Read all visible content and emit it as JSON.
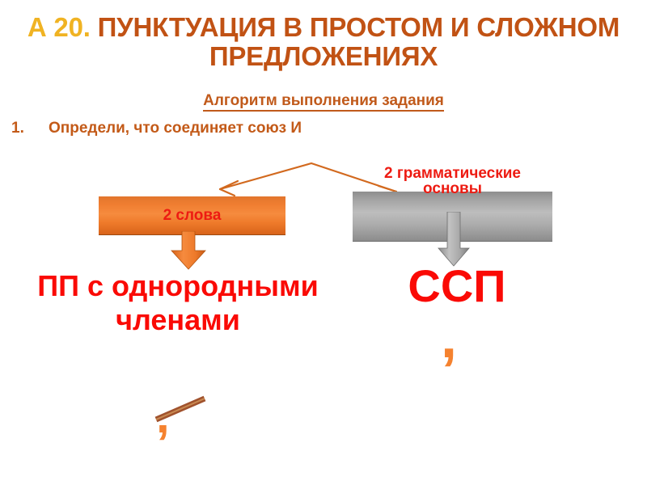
{
  "slide": {
    "background_color": "#FFFFFF",
    "title": {
      "code": "А 20.",
      "code_color": "#F0B323",
      "rest": "ПУНКТУАЦИЯ В ПРОСТОМ И СЛОЖНОМ ПРЕДЛОЖЕНИЯХ",
      "rest_color": "#C15214"
    },
    "subtitle": {
      "text": "Алгоритм выполнения задания",
      "color": "#C15A1B",
      "underlined": true
    },
    "step": {
      "number": "1.",
      "text": "Определи, что соединяет союз И",
      "color": "#C35A18"
    },
    "branches": {
      "left": {
        "box_label": "2 слова",
        "box_fill_color": "#F07E31",
        "box_text_color": "#ED1B12",
        "arrow_color": "#F07E31",
        "result_label": "ПП с однородными членами",
        "result_color": "#FA0A05",
        "punctuation_mark": ",",
        "punctuation_color": "#F5822F",
        "punctuation_crossed_out": true,
        "strike_color": "#A0522D"
      },
      "right": {
        "box_label": "2 грамматические основы",
        "box_fill_color": "#ADADAD",
        "box_text_color": "#ED1B12",
        "arrow_color": "#A8A8A8",
        "result_label": "ССП",
        "result_color": "#FA0A05",
        "punctuation_mark": ",",
        "punctuation_color": "#F5822F",
        "punctuation_crossed_out": false
      }
    },
    "connector": {
      "name": "branching-arrow",
      "color": "#D2691E",
      "points_to": [
        "2 слова",
        "2 грамматические основы"
      ]
    }
  }
}
